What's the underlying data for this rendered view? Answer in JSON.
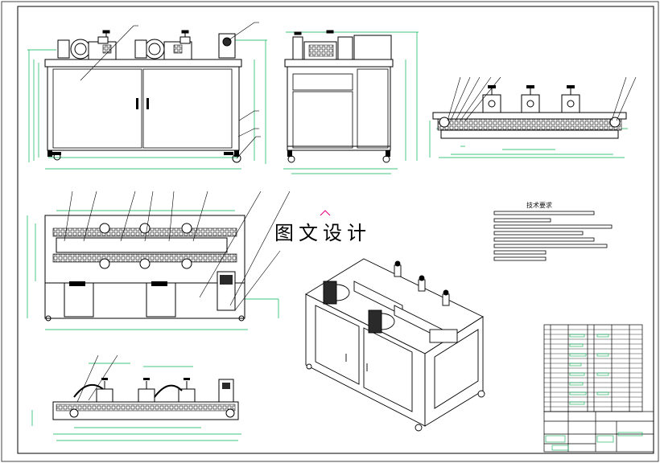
{
  "watermark": "图文设计",
  "technical_requirements_title": "技术要求",
  "colors": {
    "frame": "#000000",
    "dimension": "#00b050",
    "dimension_light": "#4cd64c",
    "accent": "#e0007a",
    "fill_light": "#f2f2f2",
    "fill_dark": "#2a2a2a"
  },
  "icons": {
    "watermark": "text",
    "balloon": "leader-balloon"
  }
}
